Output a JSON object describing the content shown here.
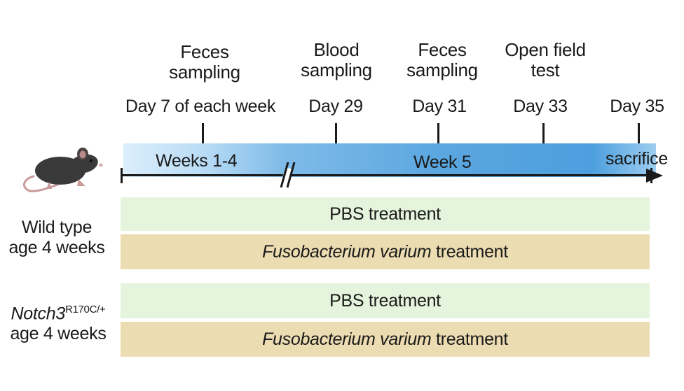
{
  "events": [
    {
      "line1": "Feces",
      "line2": "sampling"
    },
    {
      "line1": "Blood",
      "line2": "sampling"
    },
    {
      "line1": "Feces",
      "line2": "sampling"
    },
    {
      "line1": "Open field",
      "line2": "test"
    }
  ],
  "days": [
    "Day 7 of each week",
    "Day 29",
    "Day 31",
    "Day 33",
    "Day 35"
  ],
  "timeline": {
    "phase1": "Weeks 1-4",
    "phase2": "Week 5",
    "end_label": "sacrifice"
  },
  "treatments": {
    "pbs": "PBS treatment",
    "fv_italic": "Fusobacterium varium",
    "fv_suffix": " treatment"
  },
  "groups": [
    {
      "line1": "Wild type",
      "line2": "age 4 weeks"
    },
    {
      "gene": "Notch3",
      "allele": "R170C/+",
      "line2": "age 4 weeks"
    }
  ],
  "colors": {
    "timeline_band": "#4d9fde",
    "pbs_row": "#e5f4dd",
    "fv_row": "#ecdcb2",
    "mouse": "#3a3a3a"
  }
}
